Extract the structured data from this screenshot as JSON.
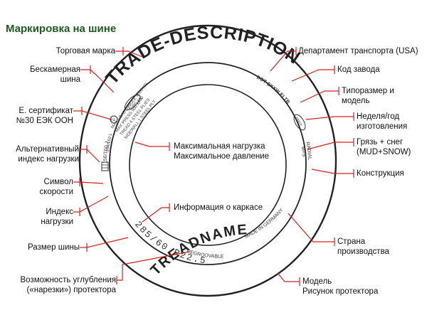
{
  "title": "Маркировка на шине",
  "colors": {
    "leader": "#d42020",
    "title": "#1f5a1f",
    "tire_stroke": "#222222",
    "tire_text": "#333333"
  },
  "tire_text": {
    "brand": "TRADE-DESCRIPTION",
    "model": "TREADNAME",
    "size": "285/60 R22.5",
    "tread_groove": "REGROOVABLE",
    "country": "MADE IN GERMANY",
    "dot": "DOT CXXW ELTB",
    "date": "0507",
    "tubeless": "TUBELESS",
    "ece": "E4",
    "load_speed": "156/150 J",
    "alt_load": "154/150 L",
    "max_load": "MAX LOAD SINGLE 4000 KG",
    "max_pressure": "MAX PRESS 900 KPA",
    "ply": "TREAD 4 STEEL PLIES",
    "sidewall": "SIDEWALL 1 STEEL PLY",
    "ms": "M+S",
    "radial": "RADIAL"
  },
  "labels": {
    "trademark": "Торговая марка",
    "tubeless": [
      "Бескамерная",
      "шина"
    ],
    "ece_cert": [
      "E. сертификат",
      "№30 ЕЭК ООН"
    ],
    "alt_load_index": [
      "Альтернативный",
      "индекс нагрузки"
    ],
    "speed_symbol": [
      "Символ",
      "скорости"
    ],
    "load_index": [
      "Индекс",
      "нагрузки"
    ],
    "tire_size": "Размер шины",
    "regroove": [
      "Возможность углубления",
      "(«нарезки») протектора"
    ],
    "dot_dept": "Департамент транспорта (USA)",
    "plant_code": "Код завода",
    "type_size": [
      "Типоразмер и",
      "модель"
    ],
    "week_year": [
      "Неделя/год",
      "изготовления"
    ],
    "mud_snow": [
      "Грязь + снег",
      "(MUD+SNOW)"
    ],
    "construction": "Конструкция",
    "max_load_pressure": [
      "Максимальная нагрузка",
      "Максимальное давление"
    ],
    "carcass_info": "Информация о каркасе",
    "country": [
      "Страна",
      "производства"
    ],
    "model_tread": [
      "Модель",
      "Рисунок протектора"
    ]
  }
}
